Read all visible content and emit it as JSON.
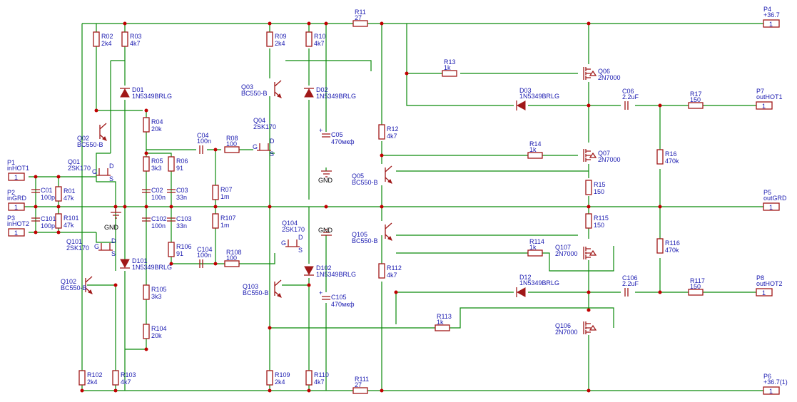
{
  "ports": [
    {
      "name": "P1",
      "net": "inHOT1",
      "pin": "1"
    },
    {
      "name": "P2",
      "net": "inGRD",
      "pin": "1"
    },
    {
      "name": "P3",
      "net": "inHOT2",
      "pin": "1"
    },
    {
      "name": "P4",
      "net": "+36.7",
      "pin": "1"
    },
    {
      "name": "P5",
      "net": "outGRD",
      "pin": "1"
    },
    {
      "name": "P6",
      "net": "+36.7(1)",
      "pin": "1"
    },
    {
      "name": "P7",
      "net": "outHOT1",
      "pin": "1"
    },
    {
      "name": "P8",
      "net": "outHOT2",
      "pin": "1"
    }
  ],
  "resistors": [
    {
      "ref": "R02",
      "value": "2k4"
    },
    {
      "ref": "R03",
      "value": "4k7"
    },
    {
      "ref": "R04",
      "value": "20k"
    },
    {
      "ref": "R05",
      "value": "3k3"
    },
    {
      "ref": "R06",
      "value": "91"
    },
    {
      "ref": "R07",
      "value": "1m"
    },
    {
      "ref": "R08",
      "value": "100"
    },
    {
      "ref": "R09",
      "value": "2k4"
    },
    {
      "ref": "R10",
      "value": "4k7"
    },
    {
      "ref": "R11",
      "value": "27"
    },
    {
      "ref": "R12",
      "value": "4k7"
    },
    {
      "ref": "R13",
      "value": "1k"
    },
    {
      "ref": "R14",
      "value": "1k"
    },
    {
      "ref": "R15",
      "value": "150"
    },
    {
      "ref": "R16",
      "value": "470k"
    },
    {
      "ref": "R17",
      "value": "150"
    },
    {
      "ref": "R01",
      "value": "47k"
    },
    {
      "ref": "R101",
      "value": "47k"
    },
    {
      "ref": "R102",
      "value": "2k4"
    },
    {
      "ref": "R103",
      "value": "4k7"
    },
    {
      "ref": "R104",
      "value": "20k"
    },
    {
      "ref": "R105",
      "value": "3k3"
    },
    {
      "ref": "R106",
      "value": "91"
    },
    {
      "ref": "R107",
      "value": "1m"
    },
    {
      "ref": "R108",
      "value": "100"
    },
    {
      "ref": "R109",
      "value": "2k4"
    },
    {
      "ref": "R110",
      "value": "4k7"
    },
    {
      "ref": "R111",
      "value": "27"
    },
    {
      "ref": "R112",
      "value": "4k7"
    },
    {
      "ref": "R113",
      "value": "1k"
    },
    {
      "ref": "R114",
      "value": "1k"
    },
    {
      "ref": "R115",
      "value": "150"
    },
    {
      "ref": "R116",
      "value": "470k"
    },
    {
      "ref": "R117",
      "value": "150"
    }
  ],
  "capacitors": [
    {
      "ref": "C01",
      "value": "100p"
    },
    {
      "ref": "C101",
      "value": "100p"
    },
    {
      "ref": "C02",
      "value": "100n"
    },
    {
      "ref": "C03",
      "value": "33n"
    },
    {
      "ref": "C102",
      "value": "100n"
    },
    {
      "ref": "C103",
      "value": "33n"
    },
    {
      "ref": "C04",
      "value": "100n"
    },
    {
      "ref": "C104",
      "value": "100n"
    },
    {
      "ref": "C05",
      "value": "470мкф"
    },
    {
      "ref": "C105",
      "value": "470мкф"
    },
    {
      "ref": "C06",
      "value": "2.2uF"
    },
    {
      "ref": "C106",
      "value": "2.2uF"
    }
  ],
  "diodes": [
    {
      "ref": "D01",
      "value": "1N5349BRLG"
    },
    {
      "ref": "D02",
      "value": "1N5349BRLG"
    },
    {
      "ref": "D03",
      "value": "1N5349BRLG"
    },
    {
      "ref": "D101",
      "value": "1N5349BRLG"
    },
    {
      "ref": "D102",
      "value": "1N5349BRLG"
    },
    {
      "ref": "D12",
      "value": "1N5349BRLG"
    }
  ],
  "transistors": [
    {
      "ref": "Q01",
      "value": "2SK170"
    },
    {
      "ref": "Q02",
      "value": "BC550-B"
    },
    {
      "ref": "Q03",
      "value": "BC550-B"
    },
    {
      "ref": "Q04",
      "value": "2SK170"
    },
    {
      "ref": "Q05",
      "value": "BC550-B"
    },
    {
      "ref": "Q06",
      "value": "2N7000"
    },
    {
      "ref": "Q07",
      "value": "2N7000"
    },
    {
      "ref": "Q101",
      "value": "2SK170"
    },
    {
      "ref": "Q102",
      "value": "BC550-B"
    },
    {
      "ref": "Q103",
      "value": "BC550-B"
    },
    {
      "ref": "Q104",
      "value": "2SK170"
    },
    {
      "ref": "Q105",
      "value": "BC550-B"
    },
    {
      "ref": "Q106",
      "value": "2N7000"
    },
    {
      "ref": "Q107",
      "value": "2N7000"
    }
  ],
  "ground_label": "GND",
  "pin_letters": {
    "g": "G",
    "d": "D",
    "s": "S"
  },
  "colors": {
    "wire": "#0a8a0a",
    "component": "#a01818",
    "label": "#1a1ab0",
    "junction": "#c00000"
  }
}
